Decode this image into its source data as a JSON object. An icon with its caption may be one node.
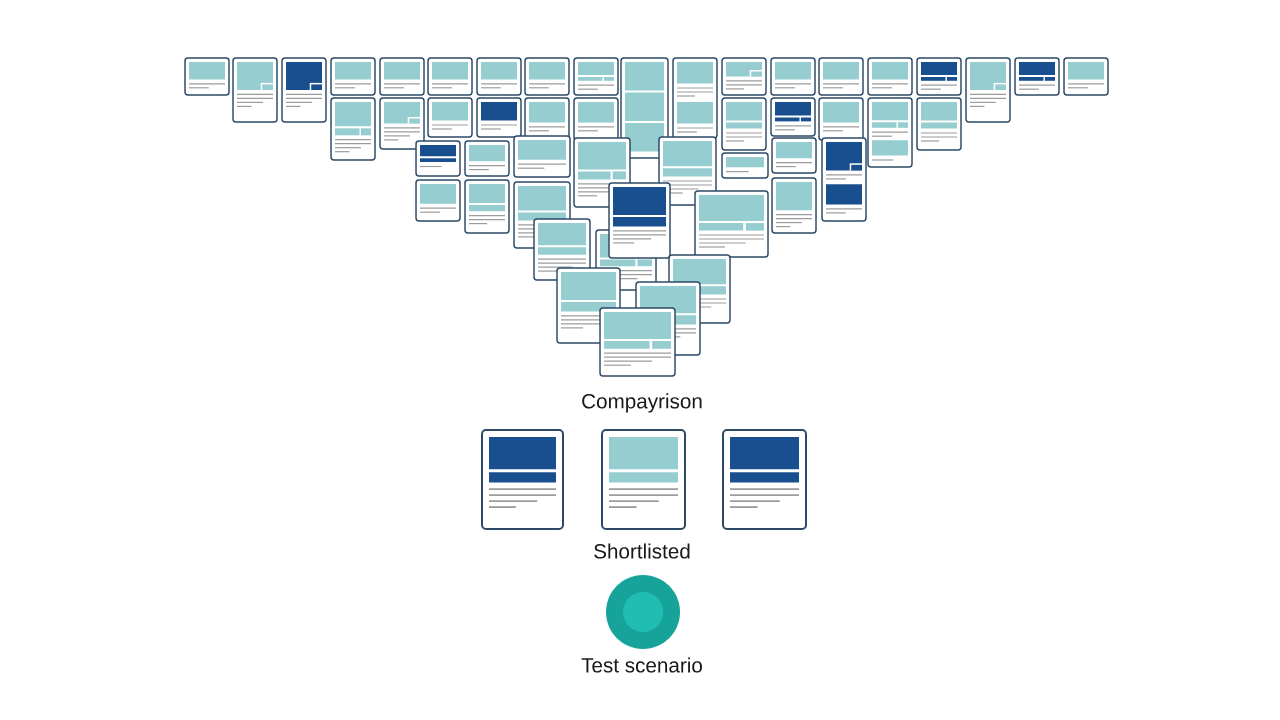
{
  "diagram": {
    "labels": [
      "Compayrison",
      "Shortlisted",
      "Test scenario"
    ]
  }
}
